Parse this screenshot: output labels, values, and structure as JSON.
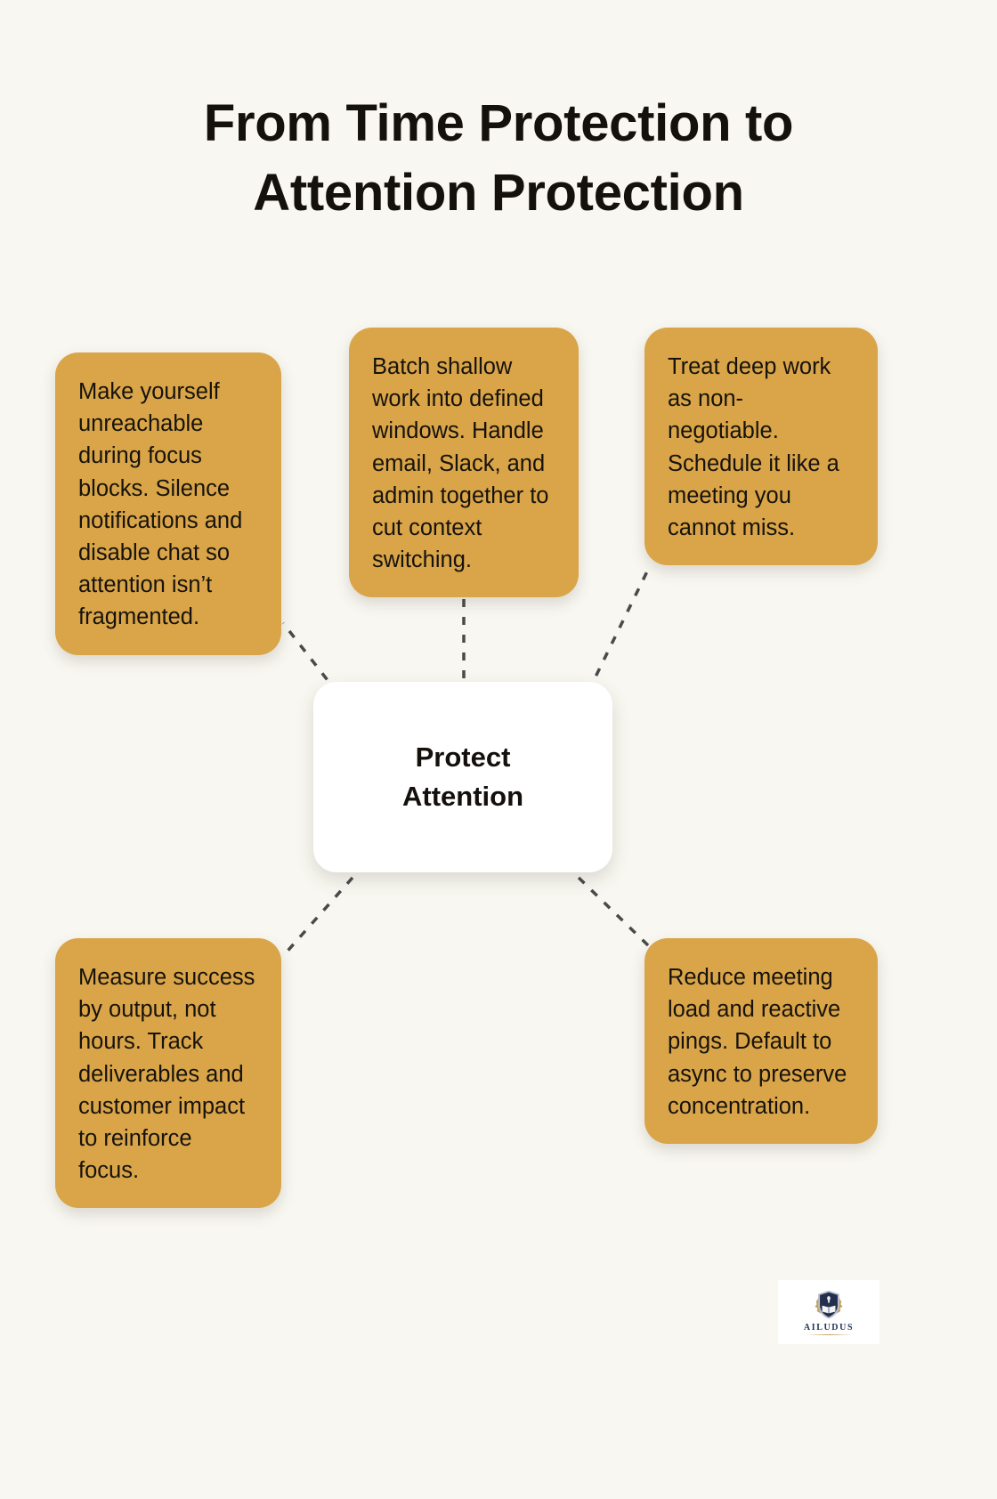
{
  "page": {
    "title": "From Time Protection to Attention Protection",
    "background_color": "#f8f7f1",
    "card_color": "#d9a548",
    "center_card_color": "#ffffff",
    "connector_color": "#4a4a4a",
    "text_color": "#16120d"
  },
  "center": {
    "label": "Protect\nAttention"
  },
  "nodes": [
    {
      "id": "n1",
      "text": "Make yourself unreachable during focus blocks. Silence notifications and disable chat so attention isn’t fragmented."
    },
    {
      "id": "n2",
      "text": "Batch shallow work into defined windows. Handle email, Slack, and admin together to cut context switching."
    },
    {
      "id": "n3",
      "text": "Treat deep work as non-negotiable. Schedule it like a meeting you cannot miss."
    },
    {
      "id": "n4",
      "text": "Measure success by output, not hours. Track deliverables and customer impact to reinforce focus."
    },
    {
      "id": "n5",
      "text": "Reduce meeting load and reactive pings. Default to async to preserve concentration."
    }
  ],
  "logo": {
    "wordmark": "AILUDUS",
    "shield_color": "#22304d",
    "wreath_color": "#c4a05a"
  }
}
